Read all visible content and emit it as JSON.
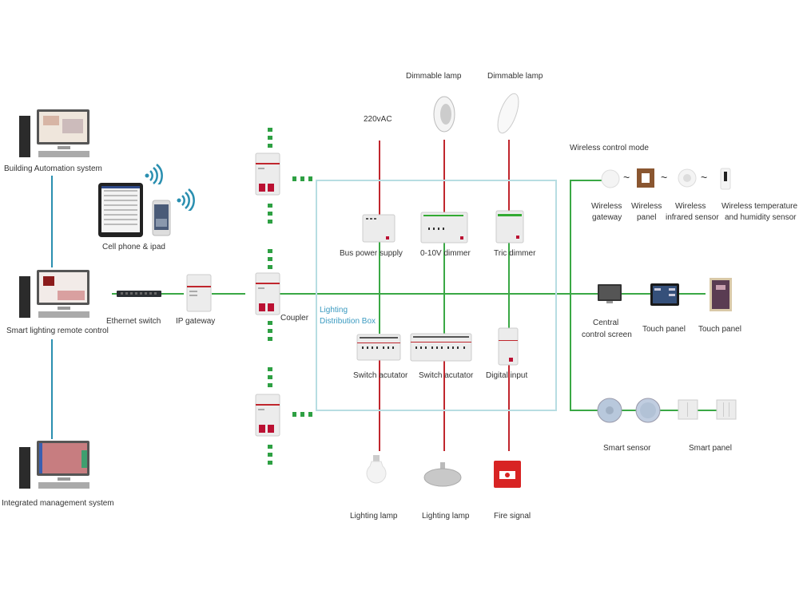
{
  "left": {
    "building_automation": "Building Automation system",
    "cell_phone": "Cell phone & ipad",
    "smart_lighting": "Smart lighting remote control",
    "integrated_mgmt": "Integrated management system",
    "ethernet_switch": "Ethernet switch",
    "ip_gateway": "IP gateway",
    "coupler": "Coupler"
  },
  "center": {
    "voltage": "220vAC",
    "dimmable_lamp_1": "Dimmable lamp",
    "dimmable_lamp_2": "Dimmable lamp",
    "box_title_1": "Lighting",
    "box_title_2": "Distribution Box",
    "bus_power": "Bus power supply",
    "dimmer_010v": "0-10V dimmer",
    "triac_dimmer": "Tric dimmer",
    "switch_act_1": "Switch acutator",
    "switch_act_2": "Switch acutator",
    "digital_input": "Digital input",
    "lighting_lamp_1": "Lighting lamp",
    "lighting_lamp_2": "Lighting lamp",
    "fire_signal": "Fire signal"
  },
  "right": {
    "wireless_mode": "Wireless control mode",
    "wireless_gateway_1": "Wireless",
    "wireless_gateway_2": "gateway",
    "wireless_panel_1": "Wireless",
    "wireless_panel_2": "panel",
    "wireless_ir_1": "Wireless",
    "wireless_ir_2": "infrared sensor",
    "wireless_temp_1": "Wireless temperature",
    "wireless_temp_2": "and humidity sensor",
    "central_screen_1": "Central",
    "central_screen_2": "control screen",
    "touch_panel_1": "Touch panel",
    "touch_panel_2": "Touch panel",
    "smart_sensor": "Smart sensor",
    "smart_panel": "Smart panel"
  },
  "colors": {
    "bus_line": "#3aa845",
    "power_line": "#c0262d",
    "network_line": "#2a8fb0",
    "box_border": "#b7dde2"
  }
}
